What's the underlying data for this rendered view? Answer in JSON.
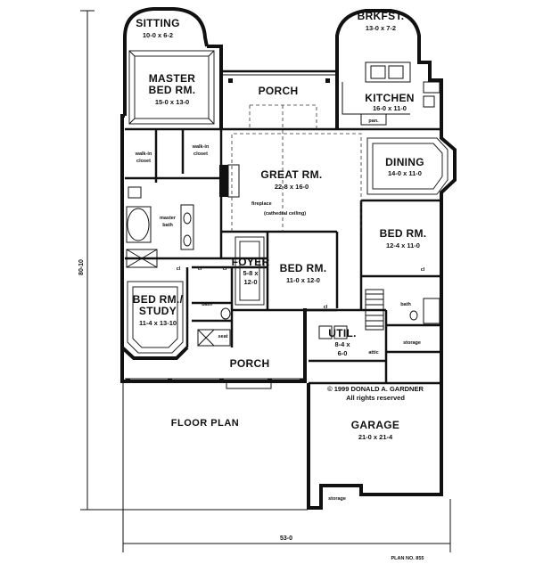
{
  "rooms": {
    "sitting": {
      "name": "SITTING",
      "size": "10-0 x 6-2"
    },
    "brkfst": {
      "name": "BRKFST.",
      "size": "13-0 x 7-2"
    },
    "master": {
      "name1": "MASTER",
      "name2": "BED RM.",
      "size": "15-0 x 13-0"
    },
    "porch_rear": {
      "name": "PORCH"
    },
    "kitchen": {
      "name": "KITCHEN",
      "size": "16-0 x 11-0"
    },
    "great": {
      "name": "GREAT RM.",
      "size": "22-8 x 16-0"
    },
    "dining": {
      "name": "DINING",
      "size": "14-0 x 11-0"
    },
    "bed_right": {
      "name": "BED RM.",
      "size": "12-4 x 11-0"
    },
    "foyer": {
      "name": "FOYER",
      "size1": "5-8 x",
      "size2": "12-0"
    },
    "bed_center": {
      "name": "BED RM.",
      "size": "11-0 x 12-0"
    },
    "bed_study": {
      "name1": "BED RM./",
      "name2": "STUDY",
      "size": "11-4 x 13-10"
    },
    "util": {
      "name": "UTIL.",
      "size1": "8-4 x",
      "size2": "6-0"
    },
    "porch_front": {
      "name": "PORCH"
    },
    "garage": {
      "name": "GARAGE",
      "size": "21-0 x 21-4"
    }
  },
  "labels": {
    "walkin_left1": "walk-in",
    "walkin_left2": "closet",
    "walkin_right1": "walk-in",
    "walkin_right2": "closet",
    "master_bath1": "master",
    "master_bath2": "bath",
    "fireplace": "fireplace",
    "cathedral": "(cathedral ceiling)",
    "pan": "pan.",
    "cl1": "cl",
    "cl2": "cl",
    "cl3": "cl",
    "cl4": "cl",
    "cl5": "cl",
    "bath_left": "bath",
    "bath_right": "bath",
    "seat": "seat",
    "storage_right": "storage",
    "storage_bottom": "storage",
    "attic": "attic",
    "floor_plan": "FLOOR PLAN",
    "copyright1": "© 1999 DONALD A. GARDNER",
    "copyright2": "All rights reserved",
    "plan_no": "PLAN NO. 855"
  },
  "dimensions": {
    "depth": "80-10",
    "width": "53-0"
  }
}
